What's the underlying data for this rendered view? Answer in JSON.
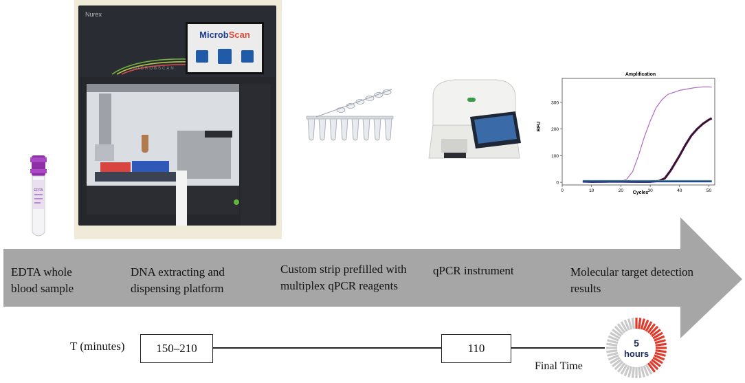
{
  "steps": [
    {
      "line1": "EDTA whole",
      "line2": "blood sample"
    },
    {
      "line1": "DNA extracting and",
      "line2": "dispensing platform"
    },
    {
      "line1": "Custom strip prefilled with",
      "line2": "multiplex qPCR reagents"
    },
    {
      "line1": "qPCR instrument",
      "line2": ""
    },
    {
      "line1": "Molecular target detection",
      "line2": "results"
    }
  ],
  "timeline": {
    "label": "T (minutes)",
    "box1": "150–210",
    "box2": "110",
    "final_label": "Final Time",
    "clock_value": "5",
    "clock_unit": "hours",
    "clock_fraction_red": 0.4167
  },
  "instrument": {
    "brand": "Nurex",
    "screen_title_part1": "Microb",
    "screen_title_part2": "Scan",
    "side_text": "MICROBSCAN"
  },
  "chart_data": {
    "type": "line",
    "title": "Amplification",
    "xlabel": "Cycles",
    "ylabel": "RFU",
    "xlim": [
      0,
      52
    ],
    "ylim": [
      -10,
      390
    ],
    "xticks": [
      0,
      10,
      20,
      30,
      40,
      50
    ],
    "yticks": [
      0,
      100,
      200,
      300
    ],
    "grid": false,
    "series": [
      {
        "color": "#b06bc2",
        "x": [
          7,
          10,
          15,
          20,
          22,
          24,
          26,
          28,
          30,
          32,
          34,
          36,
          40,
          45,
          48,
          50,
          51
        ],
        "y": [
          0,
          0,
          0,
          3,
          12,
          40,
          100,
          170,
          230,
          280,
          310,
          330,
          345,
          355,
          358,
          358,
          357
        ]
      },
      {
        "color": "#3d1238",
        "x": [
          7,
          10,
          15,
          20,
          25,
          30,
          33,
          35,
          37,
          40,
          42,
          44,
          46,
          48,
          50,
          51
        ],
        "y": [
          4,
          2,
          3,
          3,
          2,
          2,
          5,
          15,
          45,
          100,
          140,
          175,
          200,
          220,
          235,
          240
        ]
      },
      {
        "color": "#1f3fbf",
        "x": [
          7,
          15,
          25,
          35,
          45,
          51
        ],
        "y": [
          3,
          3,
          3,
          3,
          3,
          3
        ]
      },
      {
        "color": "#4a9a3a",
        "x": [
          7,
          15,
          25,
          35,
          45,
          51
        ],
        "y": [
          7,
          7,
          7,
          7,
          7,
          7
        ]
      }
    ]
  }
}
